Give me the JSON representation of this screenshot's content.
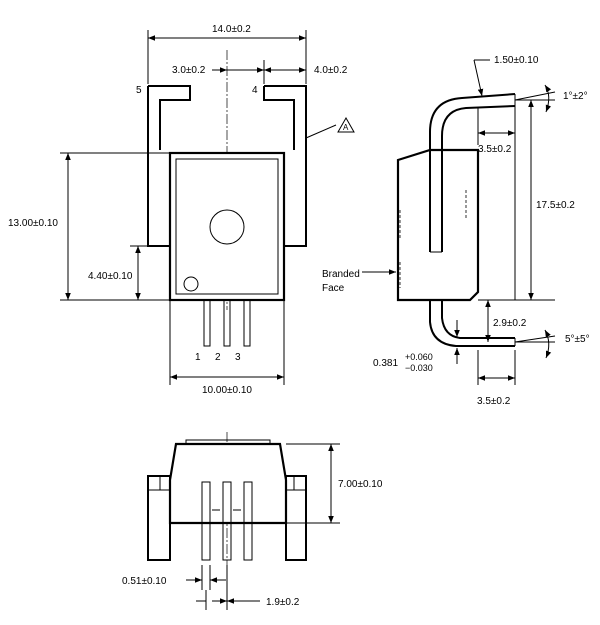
{
  "top_view": {
    "width_overall": "14.0±0.2",
    "pin_offset": "3.0±0.2",
    "tab_width": "4.0±0.2",
    "body_height": "13.00±0.10",
    "pin_height": "4.40±0.10",
    "body_width": "10.00±0.10",
    "pin_labels": [
      "1",
      "2",
      "3",
      "4",
      "5"
    ],
    "note_marker": "A"
  },
  "side_view": {
    "lead_thickness_top": "1.50±0.10",
    "angle_top": "1°±2°",
    "bend_offset_top": "3.5±0.2",
    "height": "17.5±0.2",
    "lead_step": "2.9±0.2",
    "angle_bottom": "5°±5°",
    "thickness_main": "0.381",
    "thickness_tol_plus": "+0.060",
    "thickness_tol_minus": "−0.030",
    "bend_offset_bottom": "3.5±0.2",
    "branded_face_line1": "Branded",
    "branded_face_line2": "Face"
  },
  "bottom_view": {
    "height": "7.00±0.10",
    "lead_width": "0.51±0.10",
    "pitch": "1.9±0.2"
  }
}
